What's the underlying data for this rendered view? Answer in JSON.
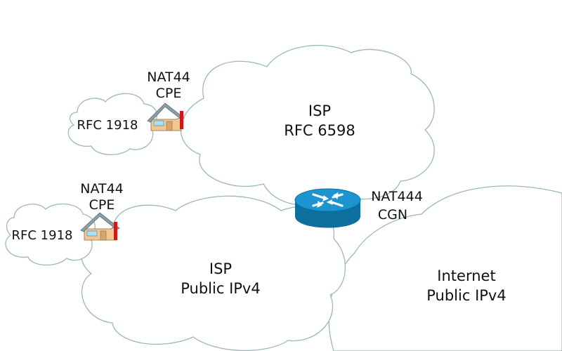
{
  "clouds": {
    "rfc1918_top": {
      "label": "RFC 1918"
    },
    "rfc1918_bottom": {
      "label": "RFC 1918"
    },
    "isp_shared": {
      "line1": "ISP",
      "line2": "RFC 6598"
    },
    "isp_public": {
      "line1": "ISP",
      "line2": "Public IPv4"
    },
    "internet": {
      "line1": "Internet",
      "line2": "Public IPv4"
    }
  },
  "devices": {
    "cpe_top": {
      "line1": "NAT44",
      "line2": "CPE",
      "icon": "house-icon"
    },
    "cpe_bottom": {
      "line1": "NAT44",
      "line2": "CPE",
      "icon": "house-icon"
    },
    "cgn": {
      "line1": "NAT444",
      "line2": "CGN",
      "icon": "router-icon"
    }
  },
  "colors": {
    "cloud_stroke": "#9bb9b4",
    "router_blue": "#1b95cf",
    "house_wall": "#f0c896",
    "house_roof": "#8a9ea6",
    "house_chimney": "#cc1a1a"
  }
}
